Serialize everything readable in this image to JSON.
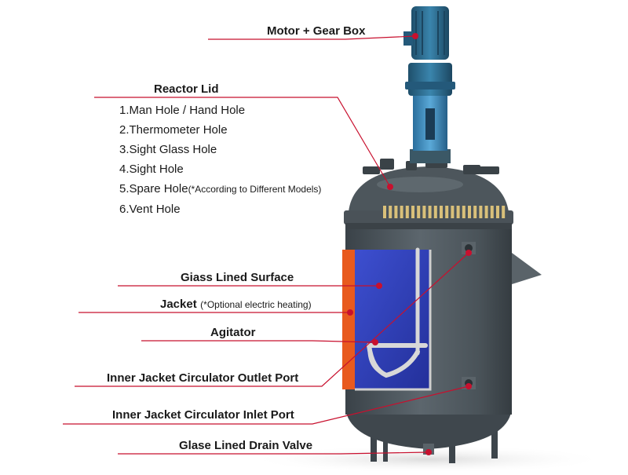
{
  "colors": {
    "vessel_body": "#4c555c",
    "vessel_highlight": "#7e878d",
    "motor_blue": "#2e6f93",
    "shaft_blue": "#3f8fc4",
    "glass_lining": "#2f3fb8",
    "jacket_orange": "#e85a1e",
    "leader_red": "#c8102e",
    "clamp_yellow": "#d9c07a"
  },
  "callouts": {
    "motor": "Motor + Gear Box",
    "reactor_lid": "Reactor Lid",
    "glass_surface": "Giass Lined Surface",
    "jacket": "Jacket",
    "jacket_note": "(*Optional electric heating)",
    "agitator": "Agitator",
    "outlet_port": "Inner Jacket Circulator Outlet Port",
    "inlet_port": "Inner Jacket Circulator Inlet Port",
    "drain_valve": "Glase Lined Drain Valve"
  },
  "reactor_lid_items": [
    {
      "text": "1.Man Hole / Hand Hole",
      "note": ""
    },
    {
      "text": "2.Thermometer Hole",
      "note": ""
    },
    {
      "text": "3.Sight Glass Hole",
      "note": ""
    },
    {
      "text": "4.Sight Hole",
      "note": ""
    },
    {
      "text": "5.Spare Hole",
      "note": "(*According to Different Models)"
    },
    {
      "text": "6.Vent Hole",
      "note": ""
    }
  ],
  "icons": {
    "callout_marker": "red-dot-icon"
  }
}
